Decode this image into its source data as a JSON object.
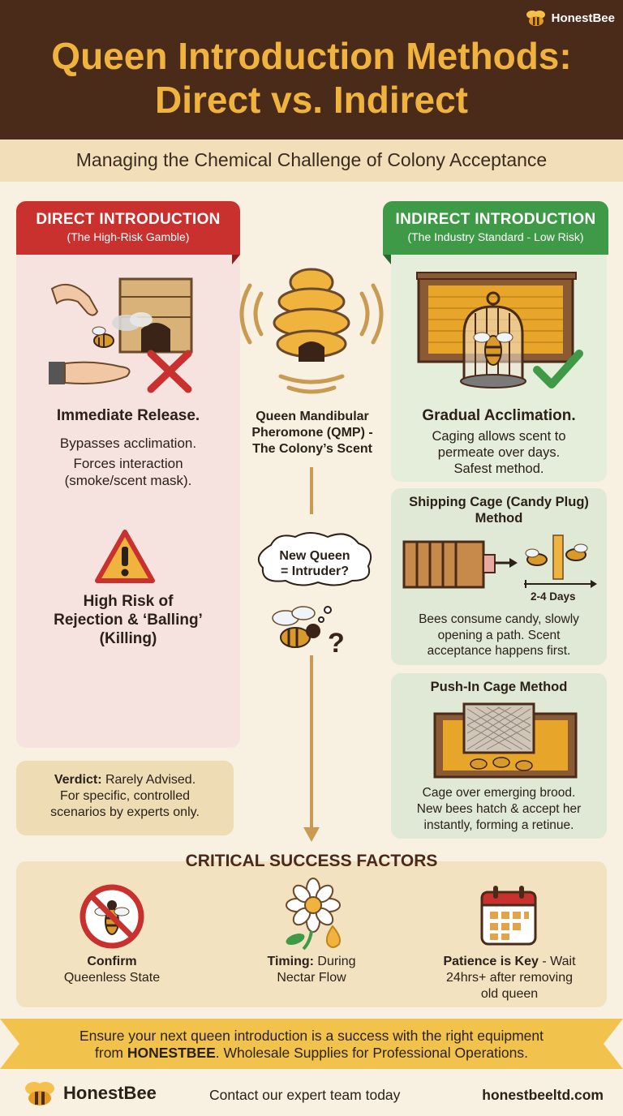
{
  "brand": {
    "name": "HonestBee"
  },
  "header": {
    "title_line1": "Queen Introduction Methods:",
    "title_line2": "Direct vs. Indirect",
    "subtitle": "Managing the Chemical Challenge of Colony Acceptance"
  },
  "direct": {
    "heading": "DIRECT INTRODUCTION",
    "subheading": "(The High-Risk Gamble)",
    "icon_illustration": "hand-releasing-queen-illustration",
    "icon_status": "red-x-icon",
    "release_title": "Immediate Release.",
    "release_line1": "Bypasses acclimation.",
    "release_line2": "Forces interaction",
    "release_line3": "(smoke/scent mask).",
    "warning_icon": "warning-triangle-icon",
    "risk_line1": "High Risk of",
    "risk_line2": "Rejection & ‘Balling’",
    "risk_line3": "(Killing)",
    "verdict_label": "Verdict:",
    "verdict_value": " Rarely Advised.",
    "verdict_line2": "For specific, controlled",
    "verdict_line3": "scenarios by experts only."
  },
  "center": {
    "hive_icon": "beehive-skep-icon",
    "qmp_line1": "Queen Mandibular",
    "qmp_line2": "Pheromone (QMP) -",
    "qmp_line3": "The Colony’s Scent",
    "bubble_line1": "New Queen",
    "bubble_line2": "= Intruder?",
    "bee_icon": "confused-bee-icon"
  },
  "indirect": {
    "heading": "INDIRECT INTRODUCTION",
    "subheading": "(The Industry Standard - Low Risk)",
    "icon_illustration": "caged-queen-illustration",
    "icon_status": "green-check-icon",
    "gradual_title": "Gradual Acclimation.",
    "gradual_line1": "Caging allows scent to",
    "gradual_line2": "permeate over days.",
    "gradual_line3": "Safest method.",
    "shipping_title_line1": "Shipping Cage (Candy Plug)",
    "shipping_title_line2": "Method",
    "shipping_days": "2-4 Days",
    "shipping_line1": "Bees consume candy, slowly",
    "shipping_line2": "opening a path. Scent",
    "shipping_line3": "acceptance happens first.",
    "pushin_title": "Push-In Cage Method",
    "pushin_line1": "Cage over emerging brood.",
    "pushin_line2": "New bees hatch & accept her",
    "pushin_line3": "instantly, forming a retinue."
  },
  "factors": {
    "heading": "CRITICAL SUCCESS FACTORS",
    "items": [
      {
        "icon": "no-queen-icon",
        "bold": "Confirm",
        "rest": "Queenless State"
      },
      {
        "icon": "flower-nectar-icon",
        "bold": "Timing:",
        "rest": " During",
        "rest2": "Nectar Flow"
      },
      {
        "icon": "calendar-icon",
        "bold": "Patience is Key",
        "rest": " - Wait",
        "rest2": "24hrs+ after removing",
        "rest3": "old queen"
      }
    ]
  },
  "cta": {
    "line1": "Ensure your next queen introduction is a success with the right equipment",
    "line2_prefix": "from ",
    "line2_brand": "HONESTBEE",
    "line2_suffix": ". Wholesale Supplies for Professional Operations."
  },
  "footer": {
    "brand": "HonestBee",
    "contact": "Contact our expert team today",
    "website": "honestbeeltd.com"
  },
  "colors": {
    "header_bg": "#4a2a18",
    "title": "#f0b33e",
    "direct_red": "#c8312e",
    "indirect_green": "#3f9a47",
    "honey": "#f0b33e"
  }
}
